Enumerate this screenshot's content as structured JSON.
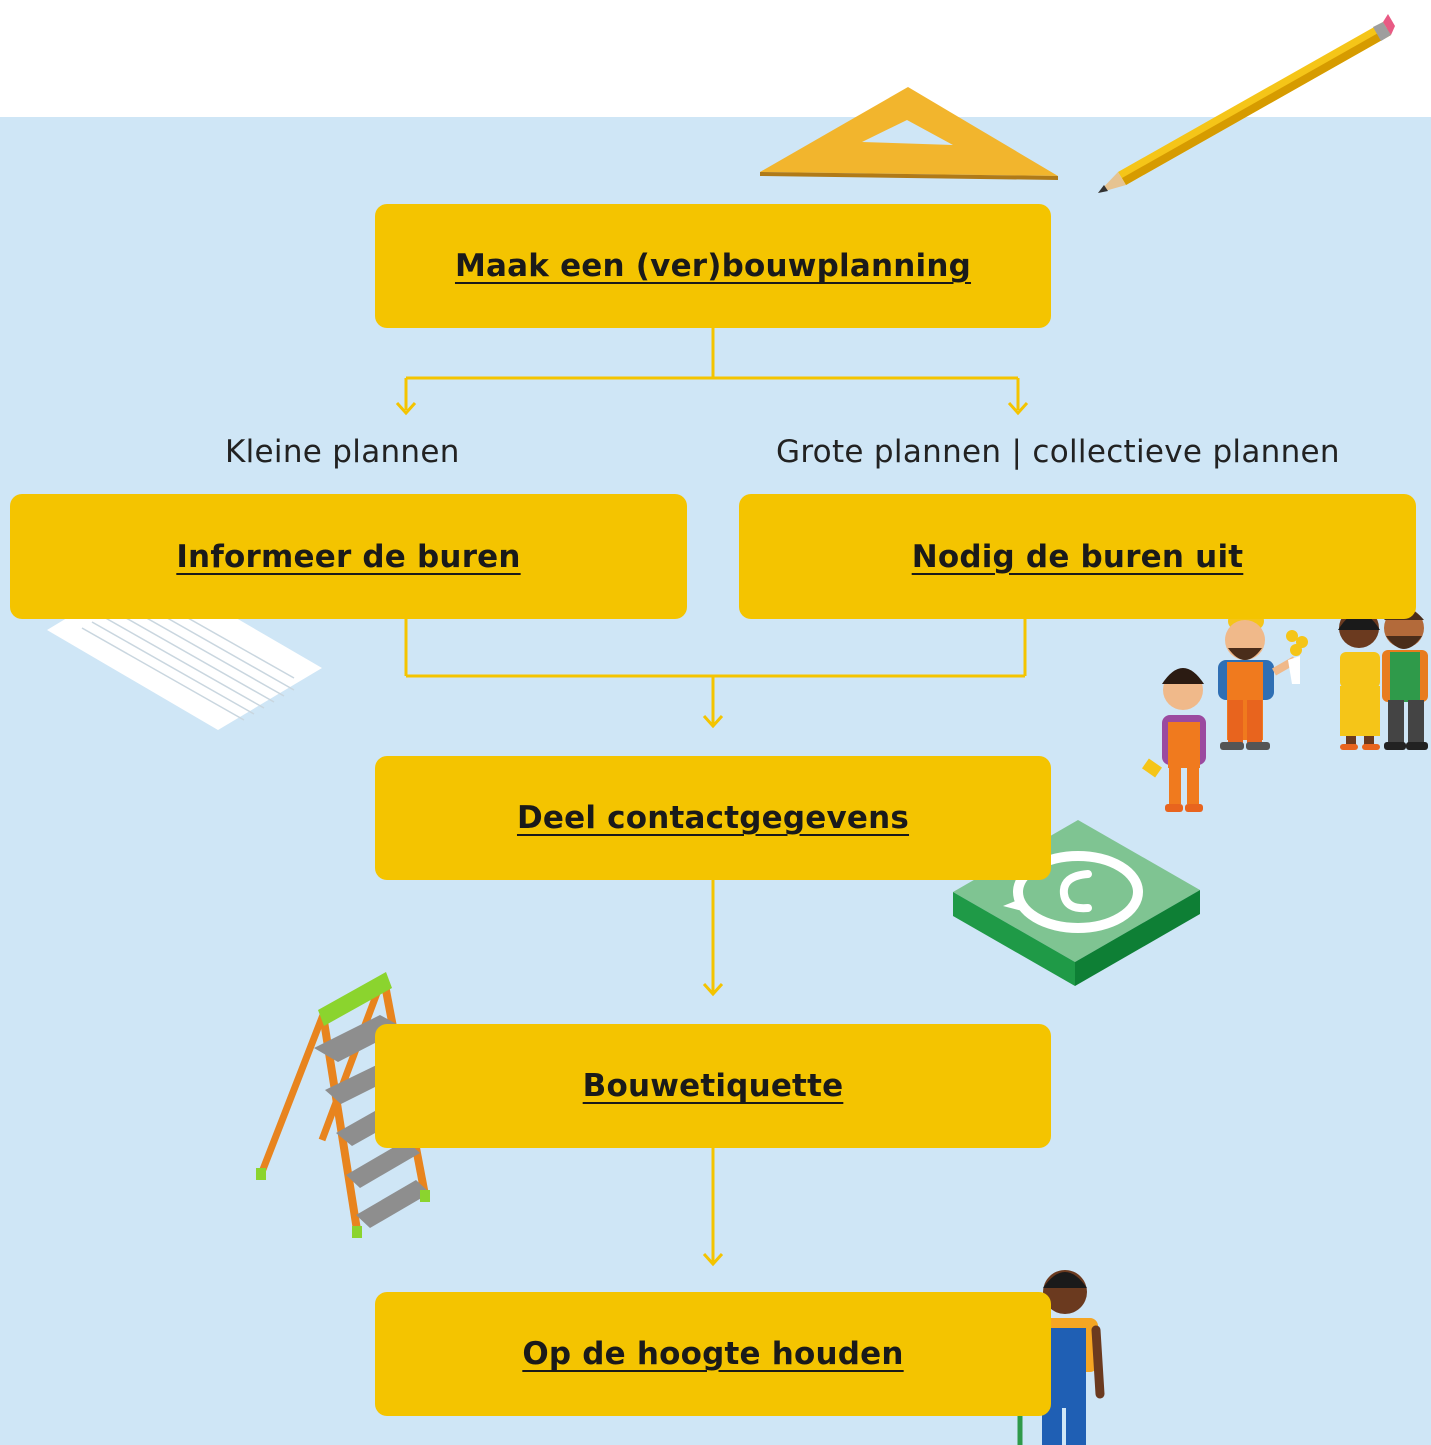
{
  "steps": {
    "plan": "Maak een (ver)bouwplanning",
    "inform": "Informeer de buren",
    "invite": "Nodig de buren uit",
    "contact": "Deel contactgegevens",
    "etiquette": "Bouwetiquette",
    "update": "Op de hoogte houden"
  },
  "branches": {
    "small": "Kleine plannen",
    "large": "Grote plannen  |  collectieve plannen"
  },
  "colors": {
    "background": "#cfe6f6",
    "box": "#f4c400",
    "connector": "#f4c400",
    "text": "#1a1a1a"
  },
  "icons": [
    "set-square-icon",
    "pencil-icon",
    "letter-icon",
    "neighbours-icon",
    "chat-phone-icon",
    "ladder-icon",
    "painter-icon"
  ]
}
